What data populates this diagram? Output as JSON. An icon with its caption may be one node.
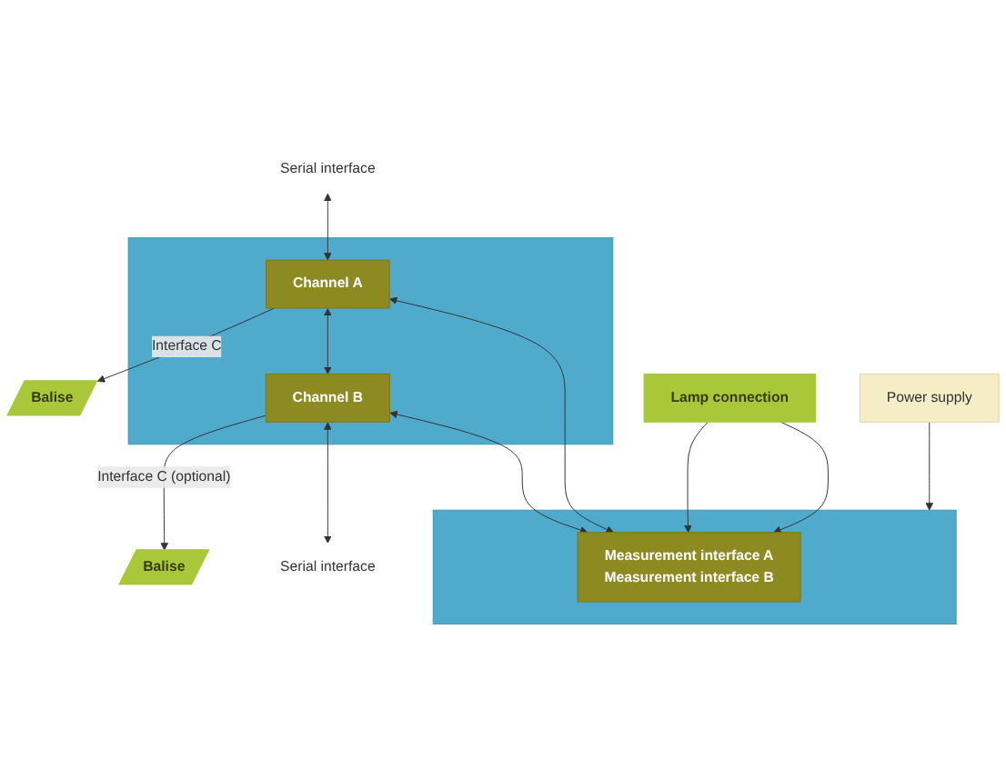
{
  "diagram": {
    "nodes": [
      {
        "text": [
          "Balise"
        ]
      },
      {
        "text": [
          "Balise"
        ]
      },
      {
        "text": [
          "Serial interface"
        ]
      },
      {
        "text": [],
        "shape": "box"
      },
      {
        "text": [
          "Channel A"
        ],
        "in": 3
      },
      {
        "text": [
          "Channel B"
        ],
        "in": 3
      },
      {
        "text": [
          "Serial interface"
        ]
      },
      {
        "text": [],
        "shape": "box"
      },
      {
        "text": [
          "Measurement interface A",
          "Measurement interface B"
        ],
        "in": 7
      },
      {
        "text": [
          "Lamp connection"
        ]
      },
      {
        "text": [
          "Power supply"
        ]
      }
    ],
    "edges": [
      {
        "from": 4,
        "to": 0,
        "arrow": "to",
        "label": "Interface C"
      },
      {
        "from": 5,
        "to": 1,
        "arrow": "to",
        "label": "Interface C (optional)"
      },
      {
        "from": 2,
        "to": 4,
        "arrow": "both"
      },
      {
        "from": 4,
        "to": 5,
        "arrow": "both"
      },
      {
        "from": 5,
        "to": 6,
        "arrow": "both"
      },
      {
        "from": 4,
        "to": 8,
        "arrow": "both"
      },
      {
        "from": 5,
        "to": 8,
        "arrow": "both"
      },
      {
        "from": 9,
        "to": 8,
        "arrow": "to"
      },
      {
        "from": 9,
        "to": 8,
        "arrow": "to"
      },
      {
        "from": 10,
        "to": 7,
        "arrow": "to"
      }
    ]
  }
}
